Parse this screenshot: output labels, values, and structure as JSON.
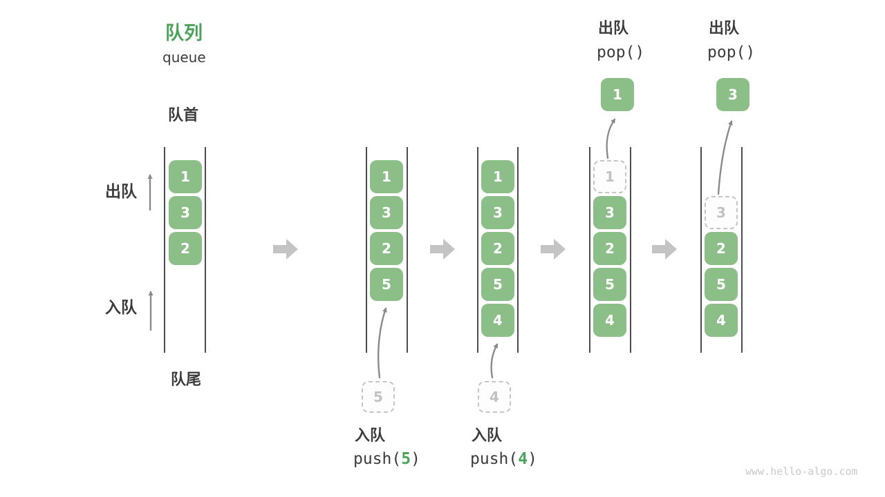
{
  "title": {
    "zh": "队列",
    "en": "queue"
  },
  "side_labels": {
    "front": "队首",
    "rear": "队尾",
    "dequeue": "出队",
    "enqueue": "入队"
  },
  "states": [
    {
      "slots": [
        "1",
        "3",
        "2"
      ]
    },
    {
      "slots": [
        "1",
        "3",
        "2",
        "5"
      ],
      "staged": "5"
    },
    {
      "slots": [
        "1",
        "3",
        "2",
        "5",
        "4"
      ],
      "staged": "4"
    },
    {
      "ghost": "1",
      "slots": [
        "3",
        "2",
        "5",
        "4"
      ],
      "popped": "1"
    },
    {
      "ghost": "3",
      "slots": [
        "2",
        "5",
        "4"
      ],
      "popped": "3"
    }
  ],
  "ops": {
    "push5": {
      "label": "入队",
      "fn": "push(",
      "arg": "5",
      "close": ")"
    },
    "push4": {
      "label": "入队",
      "fn": "push(",
      "arg": "4",
      "close": ")"
    },
    "pop1": {
      "label": "出队",
      "fn": "pop()"
    },
    "pop2": {
      "label": "出队",
      "fn": "pop()"
    }
  },
  "watermark": "www.hello-algo.com",
  "colors": {
    "green_box": "#8CBF88",
    "title_green": "#4DA25A",
    "dashed_gray": "#c5c5c5",
    "ghost_text": "#c2c2c2",
    "arrow_gray": "#8a8a8a",
    "block_arrow_gray": "#c4c4c4",
    "dark_text": "#3c3c3c",
    "wall_gray": "#4c4c4c",
    "watermark_gray": "#cacaca"
  }
}
